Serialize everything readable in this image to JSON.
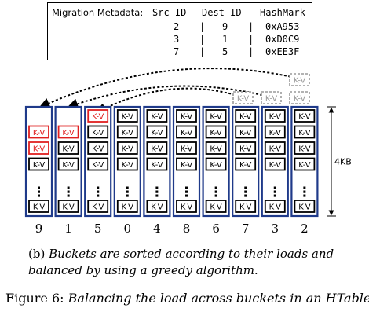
{
  "metadata": {
    "title": "Migration Metadata:",
    "headers": [
      "Src-ID",
      "Dest-ID",
      "HashMark"
    ],
    "separator": "|",
    "rows": [
      {
        "src": "2",
        "dest": "9",
        "hash": "0xA953"
      },
      {
        "src": "3",
        "dest": "1",
        "hash": "0xD0C9"
      },
      {
        "src": "7",
        "dest": "5",
        "hash": "0xEE3F"
      }
    ]
  },
  "kv_label": "K-V",
  "dots": "⋮",
  "size_label": "4KB",
  "buckets": [
    {
      "id": "9",
      "highlighted": true
    },
    {
      "id": "1",
      "highlighted": true
    },
    {
      "id": "5",
      "highlighted": true
    },
    {
      "id": "0",
      "highlighted": false
    },
    {
      "id": "4",
      "highlighted": false
    },
    {
      "id": "8",
      "highlighted": false
    },
    {
      "id": "6",
      "highlighted": false
    },
    {
      "id": "7",
      "highlighted": false
    },
    {
      "id": "3",
      "highlighted": false
    },
    {
      "id": "2",
      "highlighted": false
    }
  ],
  "colors": {
    "bucket_border": "#1f3a8a",
    "migrated_kv": "#e02020",
    "ghost_kv": "#9a9a9a",
    "text": "#000000"
  },
  "caption": {
    "sub_label": "(b)",
    "sub_text": "Buckets are sorted according to their loads and balanced by using a greedy algorithm.",
    "figure_label": "Figure 6:",
    "figure_text": "Balancing the load across buckets in an HTable."
  }
}
